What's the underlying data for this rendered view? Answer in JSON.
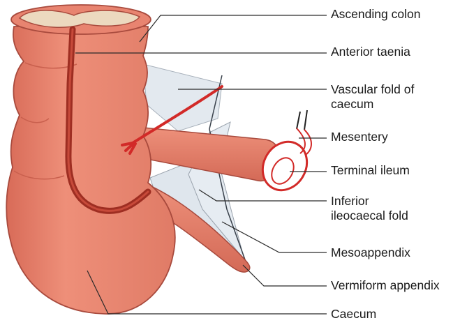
{
  "colors": {
    "organ_fill": "#e88470",
    "organ_shadow": "#c9604e",
    "organ_outline": "#a84a3d",
    "taenia": "#9e2e22",
    "vessel": "#d22a28",
    "membrane": "#dfe6ed",
    "membrane_edge": "#9aa3ad",
    "lumen": "#ecd9bf",
    "leader_line": "#2a2a2a"
  },
  "labels": {
    "ascending_colon": "Ascending colon",
    "anterior_taenia": "Anterior taenia",
    "vascular_fold_1": "Vascular fold of",
    "vascular_fold_2": "caecum",
    "mesentery": "Mesentery",
    "terminal_ileum": "Terminal ileum",
    "inferior_fold_1": "Inferior",
    "inferior_fold_2": "ileocaecal fold",
    "mesoappendix": "Mesoappendix",
    "vermiform_appendix": "Vermiform appendix",
    "caecum": "Caecum"
  }
}
